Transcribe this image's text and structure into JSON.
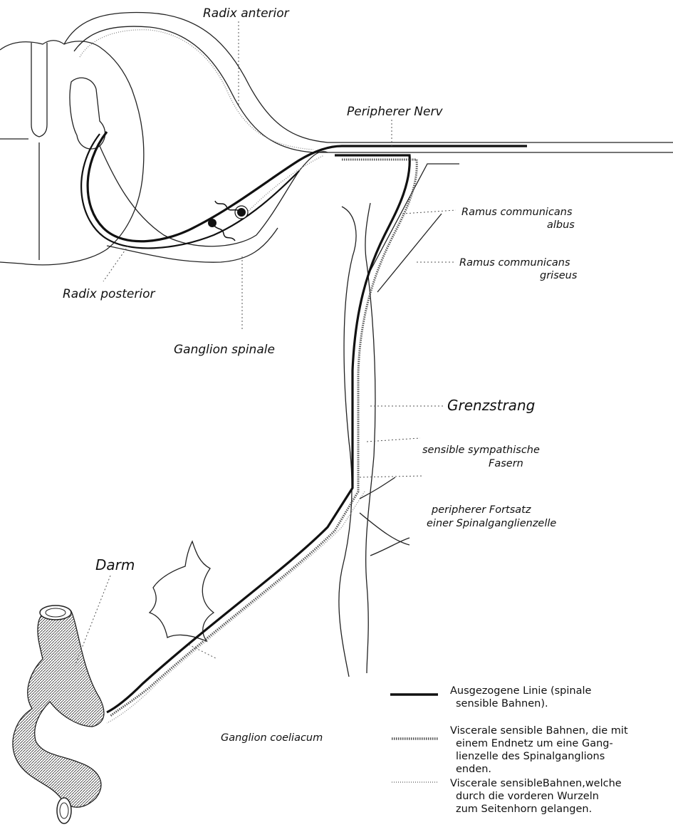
{
  "labels": {
    "radix_anterior": "Radix anterior",
    "peripherer_nerv": "Peripherer Nerv",
    "ramus_albus_1": "Ramus communicans",
    "ramus_albus_2": "albus",
    "ramus_griseus_1": "Ramus communicans",
    "ramus_griseus_2": "griseus",
    "radix_posterior": "Radix posterior",
    "ganglion_spinale": "Ganglion spinale",
    "grenzstrang": "Grenzstrang",
    "sensible_1": "sensible sympathische",
    "sensible_2": "Fasern",
    "peripherer_fortsatz_1": "peripherer Fortsatz",
    "peripherer_fortsatz_2": "einer Spinalganglienzelle",
    "darm": "Darm",
    "ganglion_coeliacum": "Ganglion coeliacum"
  },
  "legend": {
    "item1": [
      "Ausgezogene Linie (spinale",
      "sensible Bahnen)."
    ],
    "item2": [
      "Viscerale sensible Bahnen, die mit",
      "einem Endnetz um eine Gang-",
      "lienzelle des Spinalganglions",
      "enden."
    ],
    "item3": [
      "Viscerale sensibleBahnen,welche",
      "durch die vorderen Wurzeln",
      "zum Seitenhorn gelangen."
    ]
  },
  "colors": {
    "line": "#111111",
    "outline": "#222222",
    "dotted": "#888888"
  }
}
